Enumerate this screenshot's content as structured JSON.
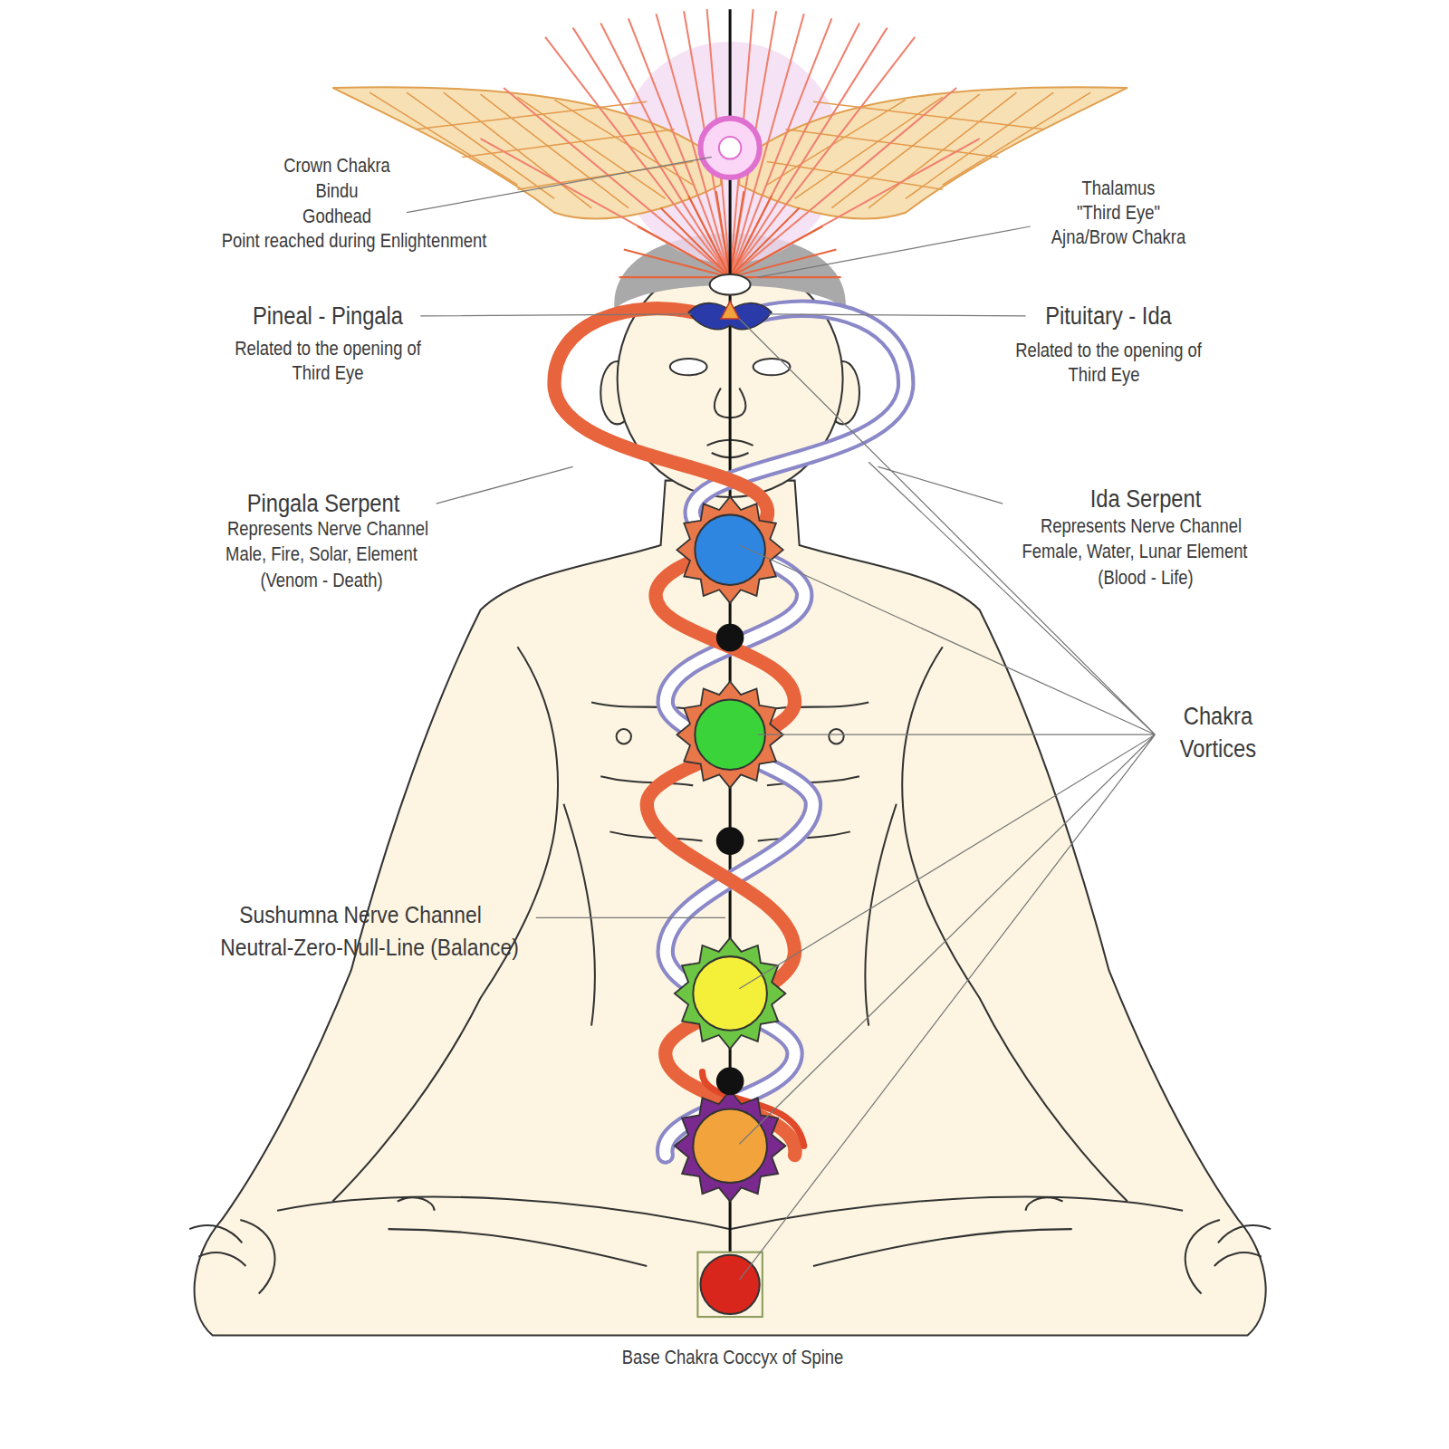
{
  "diagram": {
    "labels": [
      "Crown Chakra",
      "Bindu",
      "Godhead",
      "Point reached during Enlightenment",
      "Thalamus",
      "\"Third Eye\"",
      "Ajna/Brow Chakra",
      "Pineal - Pingala",
      "Related to the opening of",
      "Third Eye",
      "Pituitary - Ida",
      "Related to the opening of",
      "Third Eye",
      "Pingala Serpent",
      "Represents Nerve Channel",
      "Male, Fire, Solar, Element",
      "(Venom - Death)",
      "Ida Serpent",
      "Represents Nerve Channel",
      "Female, Water, Lunar Element",
      "(Blood - Life)",
      "Chakra",
      "Vortices",
      "Sushumna Nerve Channel",
      "Neutral-Zero-Null-Line (Balance)",
      "Base Chakra Coccyx of Spine"
    ]
  }
}
